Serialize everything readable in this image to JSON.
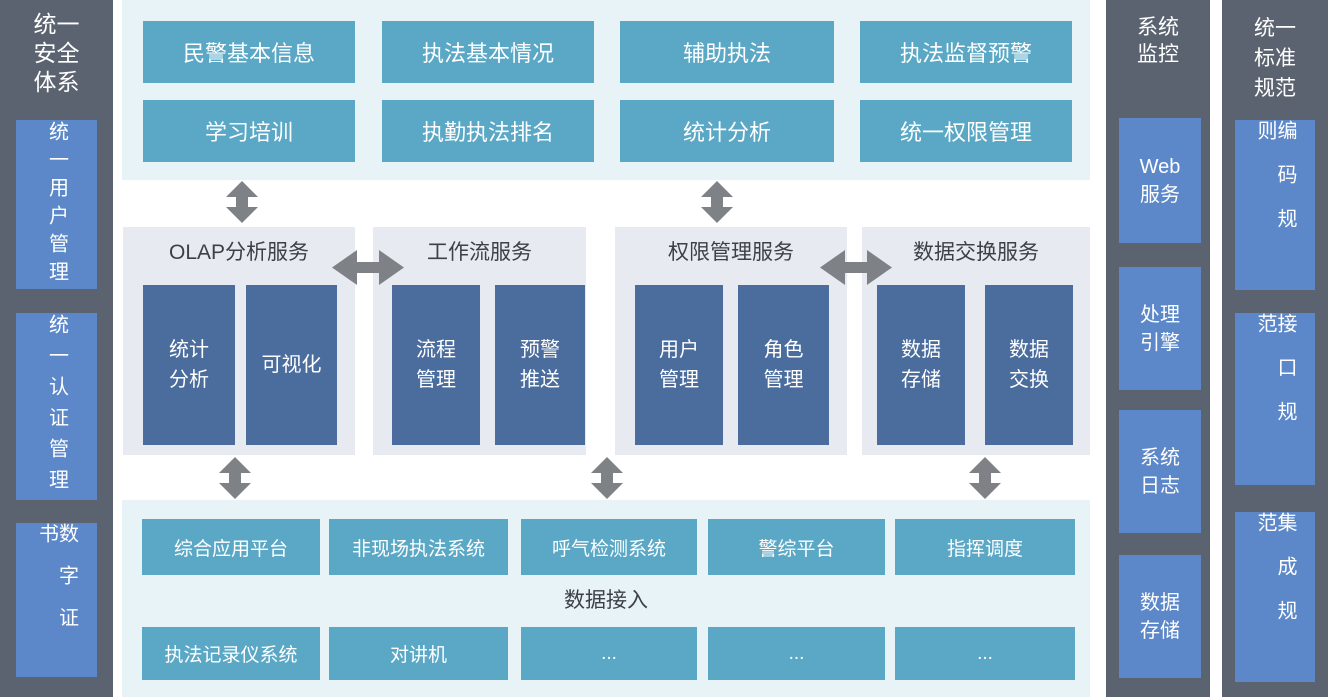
{
  "colors": {
    "panel_gray": "#5c6370",
    "panel_blue": "#5c88c9",
    "teal": "#5aa8c5",
    "band_cyan": "#e8f3f7",
    "group_lavender": "#e8eaf2",
    "subbox_blue": "#4a6d9e",
    "arrow_gray": "#7e8286",
    "dark_text": "#3d4145"
  },
  "left_sidebar": {
    "title_lines": [
      "统一",
      "安全",
      "体系"
    ],
    "items": [
      {
        "label": "统一用户管理"
      },
      {
        "label": "统一认证管理"
      },
      {
        "label": "数字证书"
      }
    ]
  },
  "top_band": {
    "buttons": [
      "民警基本信息",
      "执法基本情况",
      "辅助执法",
      "执法监督预警",
      "学习培训",
      "执勤执法排名",
      "统计分析",
      "统一权限管理"
    ]
  },
  "services": [
    {
      "title": "OLAP分析服务",
      "children": [
        {
          "lines": [
            "统计",
            "分析"
          ]
        },
        {
          "lines": [
            "可视化"
          ]
        }
      ]
    },
    {
      "title": "工作流服务",
      "children": [
        {
          "lines": [
            "流程",
            "管理"
          ]
        },
        {
          "lines": [
            "预警",
            "推送"
          ]
        }
      ]
    },
    {
      "title": "权限管理服务",
      "children": [
        {
          "lines": [
            "用户",
            "管理"
          ]
        },
        {
          "lines": [
            "角色",
            "管理"
          ]
        }
      ]
    },
    {
      "title": "数据交换服务",
      "children": [
        {
          "lines": [
            "数据",
            "存储"
          ]
        },
        {
          "lines": [
            "数据",
            "交换"
          ]
        }
      ]
    }
  ],
  "bottom_band": {
    "row1": [
      "综合应用平台",
      "非现场执法系统",
      "呼气检测系统",
      "警综平台",
      "指挥调度"
    ],
    "label": "数据接入",
    "row2": [
      "执法记录仪系统",
      "对讲机",
      "...",
      "...",
      "..."
    ]
  },
  "monitor_column": {
    "title_lines": [
      "系统",
      "监控"
    ],
    "items": [
      {
        "lines": [
          "Web",
          "服务"
        ]
      },
      {
        "lines": [
          "处理",
          "引擎"
        ]
      },
      {
        "lines": [
          "系统",
          "日志"
        ]
      },
      {
        "lines": [
          "数据",
          "存储"
        ]
      }
    ]
  },
  "standards_column": {
    "title_lines": [
      "统一",
      "标准",
      "规范"
    ],
    "items": [
      {
        "label": "编码规则"
      },
      {
        "label": "接口规范"
      },
      {
        "label": "集成规范"
      }
    ]
  }
}
